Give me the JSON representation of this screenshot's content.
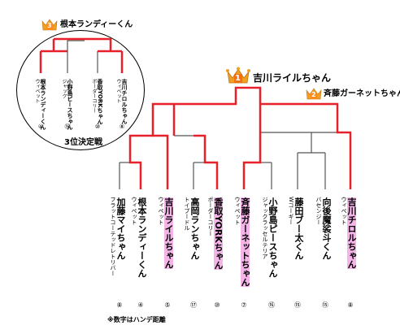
{
  "colors": {
    "win_line": "#e8202a",
    "line": "#555555",
    "highlight": "#f4b4e8",
    "crown": "#f0a020",
    "crown_badge_first": "#f07010",
    "crown_badge_other": "#ff8a20"
  },
  "note": "※数字はハンデ距離",
  "champion": {
    "rank": "1",
    "name": "吉川ライルちゃん",
    "icon": "crown-icon"
  },
  "runner_up": {
    "rank": "2",
    "name": "斉藤ガーネットちゃん",
    "icon": "crown-icon"
  },
  "third_place": {
    "rank": "3",
    "name": "根本ランディーくん",
    "icon": "crown-icon"
  },
  "third_place_match": {
    "title": "3位決定戦",
    "entries": [
      {
        "tag": "ウィペット",
        "name": "根本ランディーくん",
        "handicap": "④"
      },
      {
        "tag": "ジャック",
        "name": "小野島ピースちゃん",
        "handicap": "⑯"
      },
      {
        "tag": "ボーダーコリー",
        "name": "香取YORKちゃん",
        "handicap": "⑩"
      },
      {
        "tag": "ウィペット",
        "name": "吉川チロルちゃん",
        "handicap": "⑧"
      }
    ]
  },
  "entries": [
    {
      "tag": "フラットコーテッドレトリバー",
      "name": "加藤マイちゃん",
      "handicap": "⑧",
      "highlight": false
    },
    {
      "tag": "ウィペット",
      "name": "根本ランディーくん",
      "handicap": "④",
      "highlight": false
    },
    {
      "tag": "ウィペット",
      "name": "吉川ライルちゃん",
      "handicap": "⑤",
      "highlight": true
    },
    {
      "tag": "トイプードル",
      "name": "高岡ランちゃん",
      "handicap": "⑰",
      "highlight": false
    },
    {
      "tag": "ボーダーコリー",
      "name": "香取YORKちゃん",
      "handicap": "⑩",
      "highlight": true
    },
    {
      "tag": "ウィペット",
      "name": "斉藤ガーネットちゃん",
      "handicap": "⑦",
      "highlight": true
    },
    {
      "tag": "ジャックラッセルテリア",
      "name": "小野島ピースちゃん",
      "handicap": "⑯",
      "highlight": false
    },
    {
      "tag": "Wコーギー",
      "name": "藤田ブー太くん",
      "handicap": "⑮",
      "highlight": false
    },
    {
      "tag": "バセンジー",
      "name": "向後魔裟斗くん",
      "handicap": "⑮",
      "highlight": false
    },
    {
      "tag": "ウィペット",
      "name": "吉川チロルちゃん",
      "handicap": "⑧",
      "highlight": true
    }
  ]
}
